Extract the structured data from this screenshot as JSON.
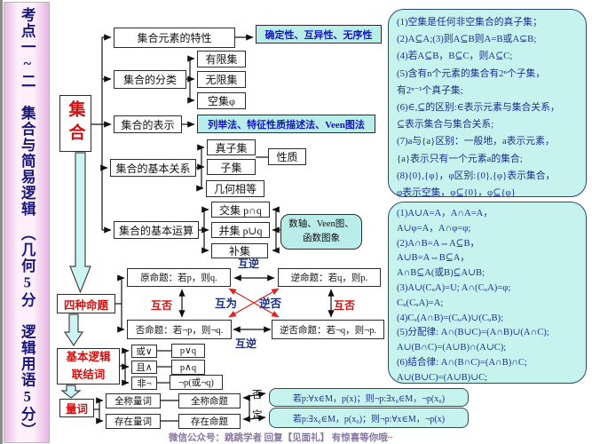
{
  "sidebar": {
    "title": "考点一~二　集合与简易逻辑　（几何5分　逻辑用语5分）"
  },
  "root": {
    "label": "集合"
  },
  "branches": {
    "feature": {
      "label": "集合元素的特性",
      "detail": "确定性、互异性、无序性"
    },
    "classify": {
      "label": "集合的分类",
      "finite": "有限集",
      "infinite": "无限集",
      "empty": "空集φ"
    },
    "represent": {
      "label": "集合的表示",
      "detail": "列举法、特征性质描述法、Veen图法"
    },
    "relation": {
      "label": "集合的基本关系",
      "proper_subset": "真子集",
      "property": "性质",
      "subset": "子集",
      "equal": "几何相等"
    },
    "operation": {
      "label": "集合的基本运算",
      "intersection": "交集 p∩q",
      "union": "并集 p∪q",
      "complement": "补集",
      "tools": "数轴、Veen图、\n函数图象"
    }
  },
  "propositions": {
    "label": "四种命题",
    "original": "原命题：若p，则q.",
    "converse": "逆命题：若q，则p.",
    "negation": "否命题：若¬p，则¬q.",
    "contrapositive": "逆否命题：若¬q，则¬p.",
    "mutual_converse_top": "互逆",
    "mutual_converse_bottom": "互逆",
    "mutual_negation_left": "互否",
    "mutual_negation_right": "互否",
    "center_left": "互为",
    "center_right": "逆否"
  },
  "connectives": {
    "label": "基本逻辑\n联结词",
    "or_op": "或∨",
    "or_formula": "p∨q",
    "and_op": "且∧",
    "and_formula": "p∧q",
    "not_op": "非¬",
    "not_formula": "¬p(或¬q)"
  },
  "quantifiers": {
    "label": "量词",
    "universal": "全称量词",
    "universal_prop": "全称命题",
    "existential": "存在量词",
    "existential_prop": "存在命题",
    "neg_char1": "否",
    "neg_char2": "定",
    "formula_universal": "若p:∀x∈M，p(x)；则¬p:∃x₀∈M，¬p(x₀)",
    "formula_existential": "若p:∃x₀∈M，p(x₀)；则¬p:∀x∈M，¬p(x)"
  },
  "panels": {
    "subset_properties": {
      "lines": [
        "(1)空集是任何非空集合的真子集；",
        "(2)A⊆A;(3)则A⊆B则A=B或A⊊B;",
        "(4)若A⊆B，B⊆C，则A⊆C;",
        "(5)含有n个元素的集合有2ⁿ个子集，",
        "有2ⁿ⁻¹个真子集;",
        "(6)∈,⊆的区别:∈表示元素与集合关系，",
        "⊆表示集合与集合关系;",
        "(7)a与{a}区别：一般地，a表示元素，",
        "{a}表示只有一个元素a的集合;",
        "(8){0},{φ}，φ区别:{0},{φ}表示集合，",
        "φ表示空集，φ⊆{0}，φ⊆{φ}"
      ]
    },
    "operation_laws": {
      "lines": [
        "(1)A∪A=A，A∩A=A，",
        "A∪φ=A，A∩φ=φ;",
        "(2)A∩B=A⇔A⊆B，",
        "A∪B=A⇔B⊆A，",
        "A∩B⊆A(或B)⊆A∪B;",
        "(3)A∪(CᵤA)=U;  A∩(CᵤA)=φ;",
        "Cᵤ(CᵤA)=A;",
        "(4)Cᵤ(A∩B)=(CᵤA)∪(CᵤB);",
        "(5)分配律:  A∩(B∪C)=(A∩B)∪(A∩C);",
        "A∪(B∩C)=(A∪B)∩(A∪C);",
        "(6)结合律:  A∩(B∩C)=(A∩B)∩C;",
        "A∪(B∪C)=(A∪B)∪C;"
      ]
    }
  },
  "footer": {
    "watermark": "微信公众号：跳跳学者  回复【见面礼】 有惊喜等你哦~"
  },
  "colors": {
    "accent_cyan": "#b9edea",
    "panel_fill": "#c7f3ef",
    "red": "#cf1212",
    "navy": "#1c2f8a",
    "sidebar_pink": "#f3cdee"
  }
}
